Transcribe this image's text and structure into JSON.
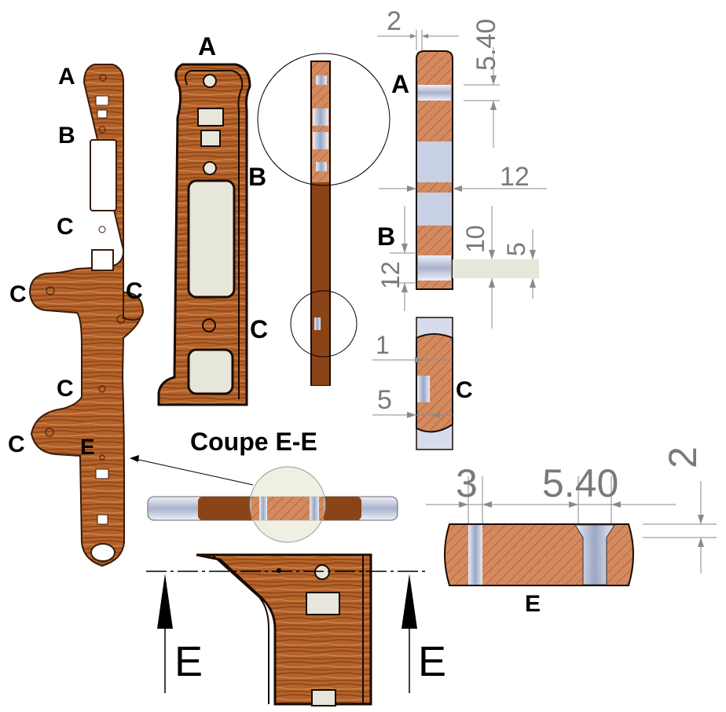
{
  "colors": {
    "wood_dark": "#7a3a12",
    "wood_mid": "#b4622a",
    "wood_light": "#d08a4c",
    "section_fill": "#d48a5e",
    "hole_fill": "#dcdcd2",
    "bore": "#c8d0e6",
    "dim_grey": "#7a7a7a"
  },
  "labels": {
    "a": "A",
    "b": "B",
    "c": "C",
    "e": "E",
    "section_title": "Coupe E-E"
  },
  "dimensions": {
    "top_2": "2",
    "top_540": "5.40",
    "width_12": "12",
    "b_10": "10",
    "b_5": "5",
    "b_12": "12",
    "c_1": "1",
    "c_5": "5",
    "e_3": "3",
    "e_540": "5.40",
    "e_2": "2"
  }
}
